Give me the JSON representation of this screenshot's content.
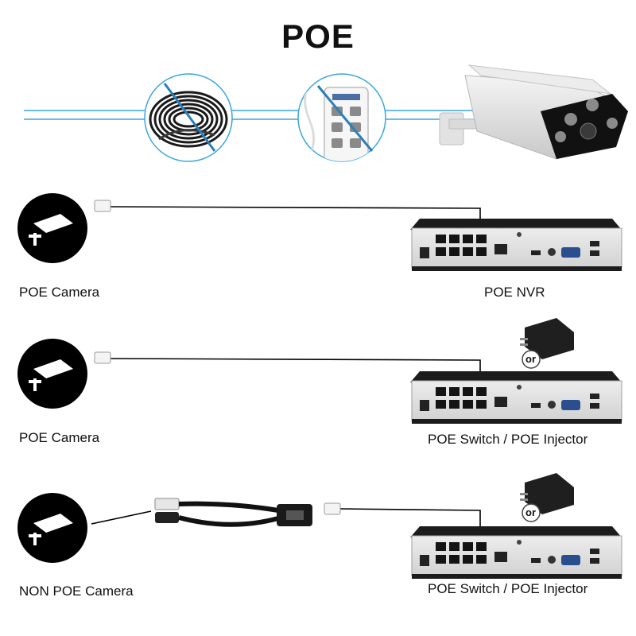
{
  "title": "POE",
  "rows": [
    {
      "camera_label": "POE Camera",
      "device_label": "POE NVR",
      "has_adapter": false,
      "has_splitter": false
    },
    {
      "camera_label": "POE Camera",
      "device_label": "POE Switch / POE Injector",
      "has_adapter": true,
      "has_splitter": false,
      "adapter_or": "or"
    },
    {
      "camera_label": "NON POE Camera",
      "device_label": "POE Switch / POE Injector",
      "has_adapter": true,
      "has_splitter": true,
      "adapter_or": "or"
    }
  ],
  "colors": {
    "accent_line": "#3aa6dc",
    "device_body": "#1c1c1c",
    "device_face": "#e4e4e4",
    "icon_bg": "#000000",
    "prohibit": "#2c7fb8"
  },
  "icons": [
    "cable-coil-prohibited-icon",
    "power-strip-prohibited-icon",
    "bullet-camera-image",
    "camera-badge-icon",
    "rj45-plug-icon",
    "power-adapter-icon",
    "poe-splitter-icon",
    "nvr-device-icon"
  ]
}
